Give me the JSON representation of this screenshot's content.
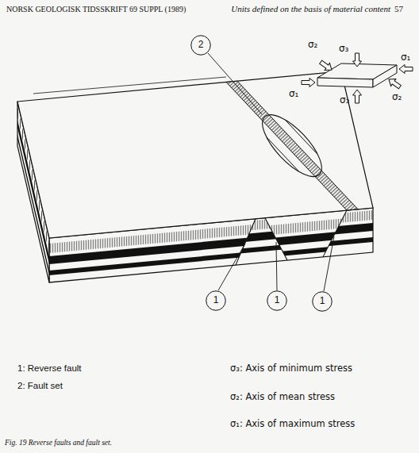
{
  "diagram": {
    "caption": "Fig. 19 Reverse faults and fault set.",
    "nodes": [
      {
        "text": [
          "2"
        ]
      },
      {
        "text": [
          "1"
        ]
      },
      {
        "text": [
          "1"
        ]
      },
      {
        "text": [
          "1"
        ]
      }
    ],
    "labels": [
      "NORSK GEOLOGISK TIDSSKRIFT 69 SUPPL (1989)",
      "Units defined on the basis of material content",
      "57",
      "σ₂",
      "σ₃",
      "σ₁",
      "σ₁",
      "σ₃",
      "σ₂",
      "1: Reverse fault",
      "2: Fault set",
      "σ₃: Axis of minimum stress",
      "σ₂: Axis of mean stress",
      "σ₁: Axis of maximum stress"
    ]
  }
}
